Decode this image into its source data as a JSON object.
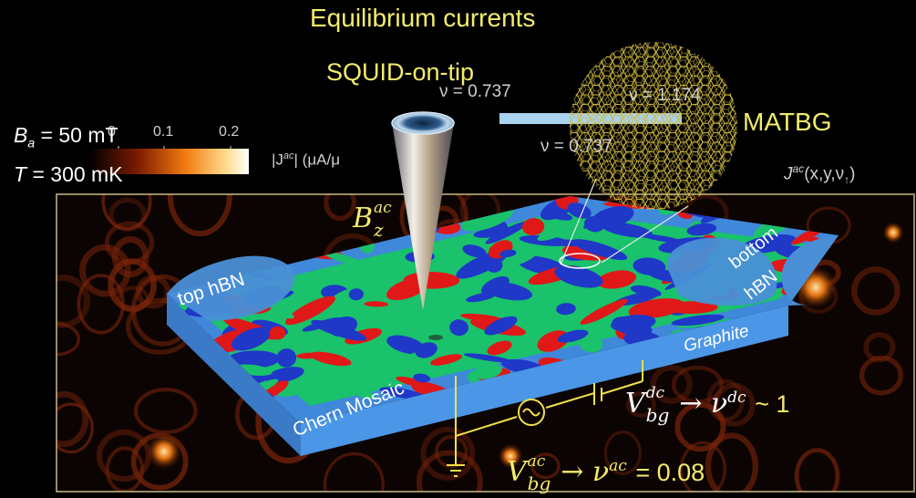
{
  "title": "Equilibrium currents",
  "probe_label": "SQUID-on-tip",
  "material_label": "MATBG",
  "conditions": {
    "field_label": "B",
    "field_sub": "a",
    "field_value": "= 50 mT",
    "temperature_label": "T",
    "temperature_value": "= 300 mK"
  },
  "colorbar": {
    "ticks": [
      "0",
      "0.1",
      "0.2"
    ],
    "label": "|J",
    "label_sup": "ac",
    "label_unit": "| (μA/μ"
  },
  "inset": {
    "nu_left": "ν = 0.737",
    "nu_right": "ν = 1.174",
    "nu_bottom": "ν = 0.737",
    "map_label": "J",
    "map_sup": "ac",
    "map_args": "(x,y,ν",
    "map_arrow": "↑",
    "map_close": ")"
  },
  "device": {
    "top_hbn": "top hBN",
    "bottom_hbn_1": "bottom",
    "bottom_hbn_2": "hBN",
    "graphite": "Graphite",
    "chern_mosaic": "Chern Mosaic"
  },
  "tip_field": {
    "symbol": "B",
    "sub": "z",
    "sup": "ac"
  },
  "voltages": {
    "dc_symbol": "V",
    "dc_sub": "bg",
    "dc_sup": "dc",
    "dc_arrow": "→",
    "dc_nu": "ν",
    "dc_nu_sup": "dc",
    "dc_value": "~ 1",
    "ac_symbol": "V",
    "ac_sub": "bg",
    "ac_sup": "ac",
    "ac_arrow": "→",
    "ac_nu": "ν",
    "ac_nu_sup": "ac",
    "ac_value": "= 0.08"
  },
  "colors": {
    "text_yellow": "#f4ec6b",
    "hbn_blue": "#4a8fd6",
    "chern_red": "#e01818",
    "chern_blue": "#1f38c8",
    "chern_green": "#19c26b",
    "lattice": "#d8c240"
  }
}
